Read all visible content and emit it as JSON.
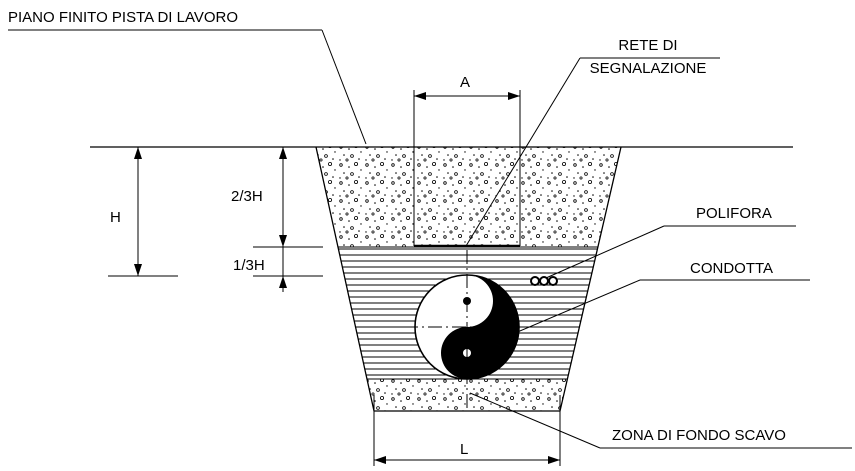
{
  "labels": {
    "piano_finito": "PIANO FINITO PISTA DI LAVORO",
    "rete_line1": "RETE DI",
    "rete_line2": "SEGNALAZIONE",
    "polifora": "POLIFORA",
    "condotta": "CONDOTTA",
    "zona_fondo": "ZONA DI FONDO SCAVO"
  },
  "dimensions": {
    "a": "A",
    "h": "H",
    "two_thirds_h": "2/3H",
    "one_third_h": "1/3H",
    "l": "L"
  }
}
